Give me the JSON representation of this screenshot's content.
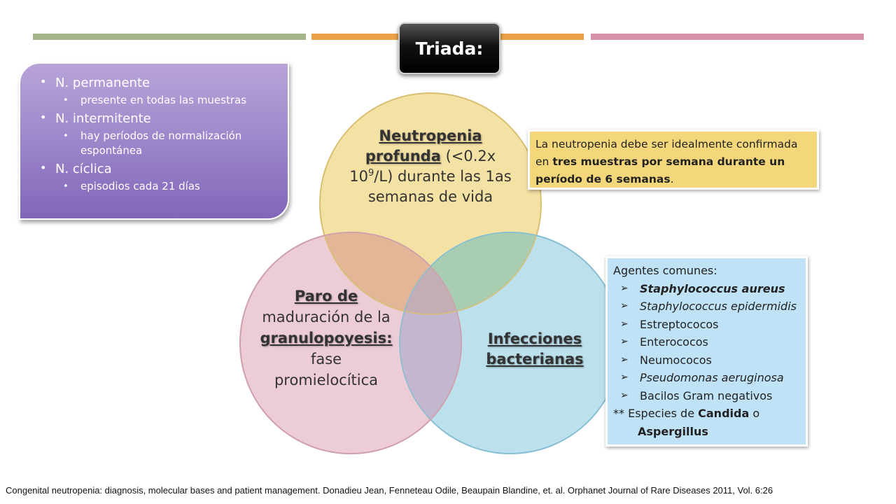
{
  "header": {
    "title": "Triada:",
    "bar_colors": [
      "#a6b48b",
      "#eba147",
      "#d591a6"
    ]
  },
  "types_box": {
    "items": [
      {
        "label": "N. permanente",
        "detail": "presente en todas las muestras"
      },
      {
        "label": "N. intermitente",
        "detail": "hay períodos de normalización espontánea"
      },
      {
        "label": "N. cíclica",
        "detail": "episodios cada 21 días"
      }
    ]
  },
  "venn": {
    "neutropenia": {
      "bold": "Neutropenia profunda",
      "text_a": "(<0.2x 10",
      "sup": "9",
      "text_b": "/L) durante las 1as semanas de vida",
      "color": "#f2dc94"
    },
    "paro": {
      "bold_a": "Paro de",
      "text_a": "maduración de la",
      "bold_b": "granulopoyesis:",
      "text_b": "fase promielocítica",
      "color": "#e8c1cb"
    },
    "infecciones": {
      "label": "Infecciones bacterianas",
      "color": "#abd9e8"
    }
  },
  "note": {
    "text_a": "La neutropenia debe ser idealmente confirmada en",
    "bold": "tres muestras por semana durante un período de 6 semanas",
    "text_b": "."
  },
  "agents": {
    "heading": "Agentes comunes:",
    "items": [
      "Staphylococcus aureus",
      "Staphylococcus epidermidis",
      "Estreptococos",
      "Enterococos",
      "Neumococos",
      "Pseudomonas aeruginosa",
      "Bacilos Gram negativos"
    ],
    "footnote_a": "** Especies de",
    "footnote_bold_a": "Candida",
    "footnote_b": "o",
    "footnote_bold_b": "Aspergillus"
  },
  "citation": "Congenital neutropenia: diagnosis, molecular bases and patient management. Donadieu Jean, Fenneteau Odile, Beaupain Blandine, et. al. Orphanet Journal of Rare Diseases 2011, Vol. 6:26"
}
